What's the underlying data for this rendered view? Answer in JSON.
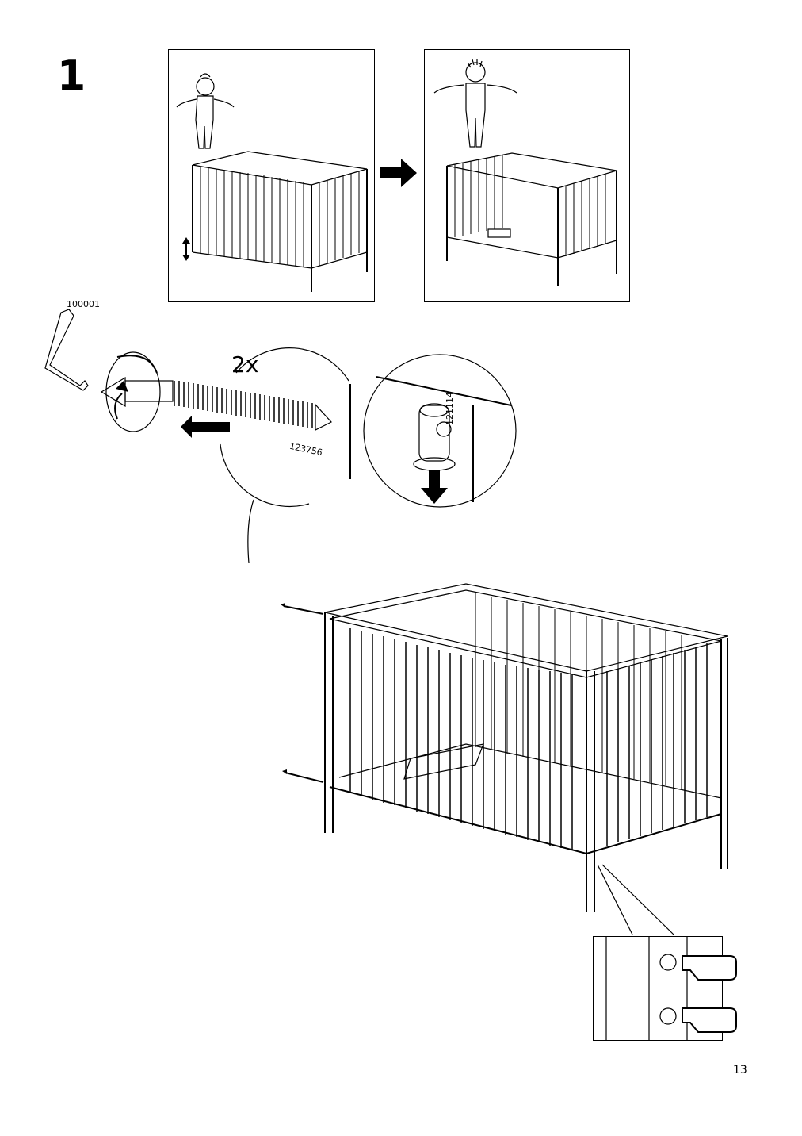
{
  "page": {
    "step_number": "1",
    "page_number": "13"
  },
  "parts": {
    "allen_key_id": "100001",
    "bolt_id": "123756",
    "dowel_id": "121114",
    "bolt_quantity": "2x"
  },
  "icons": {
    "baby_small": "baby-figure-icon",
    "baby_large": "toddler-figure-icon",
    "transition": "right-arrow-icon",
    "height_adjust": "up-down-arrow-icon",
    "rotate": "rotate-arrow-icon",
    "push": "push-hand-icon"
  }
}
